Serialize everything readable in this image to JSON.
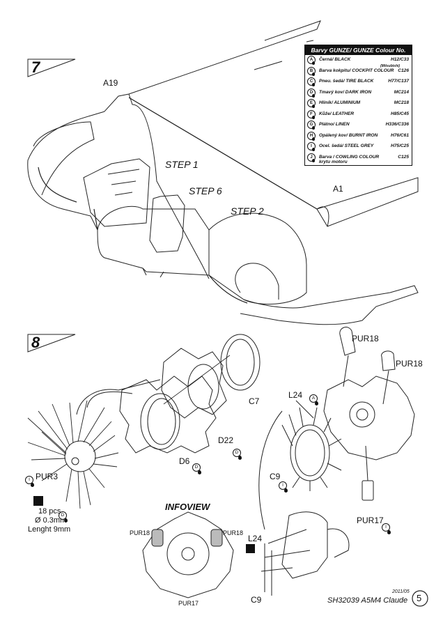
{
  "step7": {
    "number": "7",
    "labels": {
      "a19": "A19",
      "a1": "A1",
      "step1": "STEP 1",
      "step6": "STEP 6",
      "step2": "STEP 2"
    }
  },
  "color_table": {
    "title": "Barvy GUNZE/ GUNZE Colour No.",
    "rows": [
      {
        "key": "A",
        "name": "Černá/ BLACK",
        "code": "H12/C33"
      },
      {
        "key": "B",
        "name": "Barva kokpitu/ COCKPIT COLOUR",
        "code": "C126",
        "note": "(Mitsubishi)"
      },
      {
        "key": "C",
        "name": "Pneu. šedá/ TIRE BLACK",
        "code": "H77/C137"
      },
      {
        "key": "D",
        "name": "Tmavý kov/ DARK IRON",
        "code": "MC214"
      },
      {
        "key": "E",
        "name": "Hliník/ ALUMINIUM",
        "code": "MC218"
      },
      {
        "key": "F",
        "name": "Kůže/ LEATHER",
        "code": "H85/C45"
      },
      {
        "key": "G",
        "name": "Plátno/ LINEN",
        "code": "H336/C336"
      },
      {
        "key": "H",
        "name": "Opálený kov/ BURNT IRON",
        "code": "H76/C61"
      },
      {
        "key": "I",
        "name": "Ocel. šedá/ STEEL GREY",
        "code": "H75/C25"
      },
      {
        "key": "J",
        "name": "Barva / COWLING COLOUR",
        "name2": "krytu motoru",
        "code": "C125"
      }
    ]
  },
  "step8": {
    "number": "8",
    "labels": {
      "pur18_a": "PUR18",
      "pur18_b": "PUR18",
      "c7": "C7",
      "d22": "D22",
      "d6": "D6",
      "l24": "L24",
      "c9": "C9",
      "pur3": "PUR3",
      "pur17": "PUR17",
      "l24_b": "L24",
      "c9_b": "C9"
    },
    "badges": {
      "d22": "D",
      "d6": "D",
      "l24": "A",
      "c9": "I",
      "pur3": "I",
      "pur17": "I",
      "note": "D"
    },
    "note": {
      "line1": "18 pcs",
      "line2": "Ø 0.3mm",
      "line3": "Lenght 9mm"
    },
    "infoview": {
      "title": "INFOVIEW",
      "left": "PUR18",
      "right": "PUR18",
      "bottom": "PUR17"
    }
  },
  "footer": {
    "date": "2011/05",
    "code": "SH32039  A5M4 Claude",
    "page": "5"
  }
}
